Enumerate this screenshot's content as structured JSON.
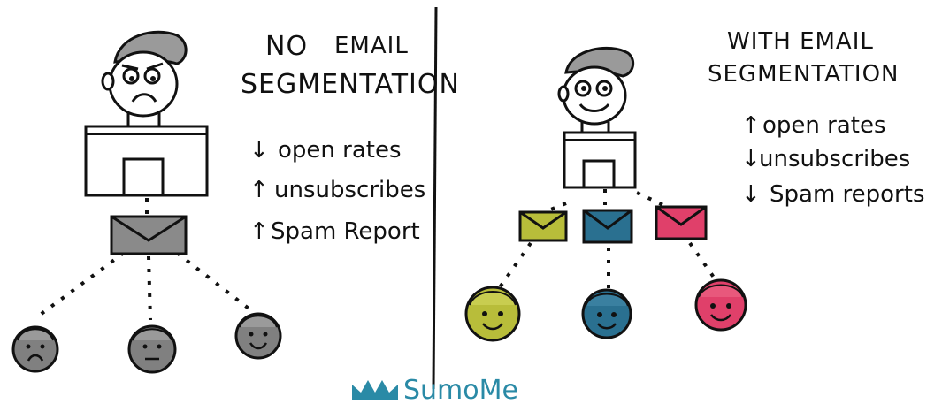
{
  "left_panel": {
    "title_line1_a": "NO",
    "title_line1_b": "EMAIL",
    "title_line2": "SEGMENTATION",
    "metrics": [
      {
        "arrow": "↓",
        "text": "open rates"
      },
      {
        "arrow": "↑",
        "text": "unsubscribes"
      },
      {
        "arrow": "↑",
        "text": "Spam Report"
      }
    ]
  },
  "right_panel": {
    "title_line1": "WITH EMAIL",
    "title_line2": "SEGMENTATION",
    "metrics": [
      {
        "arrow": "↑",
        "text": "open rates"
      },
      {
        "arrow": "↓",
        "text": "unsubscribes"
      },
      {
        "arrow": "↓",
        "text": "Spam reports"
      }
    ]
  },
  "brand": {
    "name": "SumoMe",
    "color": "#2a8aa6"
  },
  "colors": {
    "ink": "#111111",
    "gray_envelope": "#8a8a8a",
    "gray_face": "#808080",
    "green": "#b8bd3a",
    "blue": "#2a7090",
    "pink": "#e0406a",
    "hair": "#9a9a9a"
  }
}
